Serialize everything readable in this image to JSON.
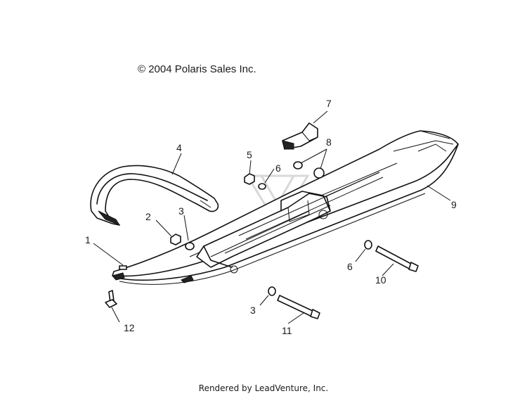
{
  "copyright": "© 2004 Polaris Sales Inc.",
  "footer": "Rendered by LeadVenture, Inc.",
  "watermark": "LEADVENTURE",
  "callouts": [
    "1",
    "2",
    "3",
    "4",
    "5",
    "6",
    "7",
    "8",
    "9",
    "6",
    "10",
    "3",
    "11",
    "12"
  ]
}
